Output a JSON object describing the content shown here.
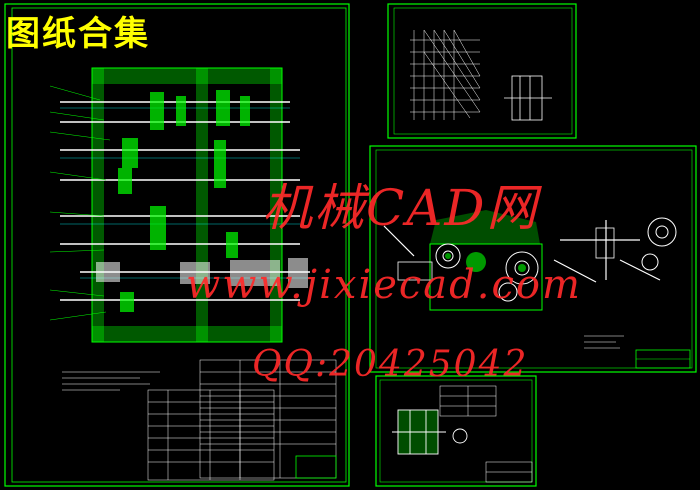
{
  "title": "图纸合集",
  "watermarks": {
    "site_name": "机械CAD网",
    "url": "www.jixiecad.com",
    "qq": "QQ:20425042"
  },
  "colors": {
    "background": "#000000",
    "frame": "#00ff00",
    "title": "#ffff00",
    "watermark": "#ff2a2a",
    "lines": "#ffffff"
  }
}
